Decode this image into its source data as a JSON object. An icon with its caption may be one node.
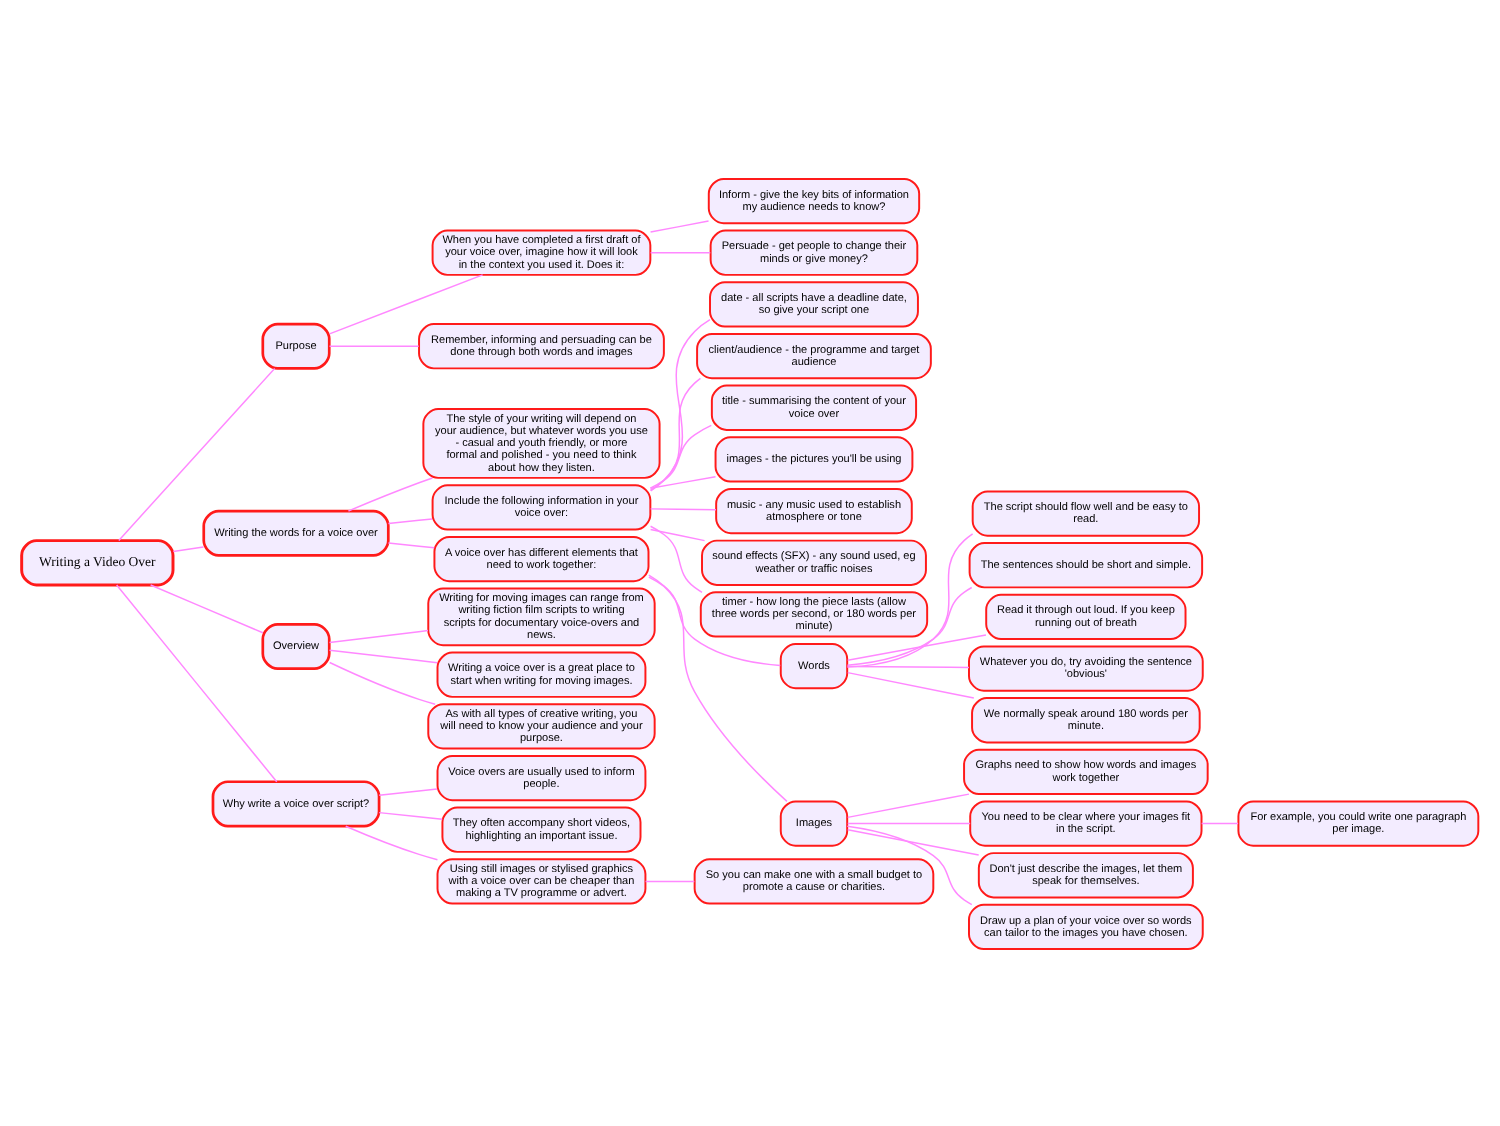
{
  "diagram": {
    "nodes": [
      {
        "text": [
          "Writing a Video Over"
        ]
      },
      {
        "text": [
          "Purpose"
        ]
      },
      {
        "text": [
          "When you have completed a first draft of your voice over, imagine how it will look in the context you used it. Does it:"
        ]
      },
      {
        "text": [
          "Inform - give the key bits of information my audience needs to know?"
        ]
      },
      {
        "text": [
          "Persuade - get people to change their minds or give money?"
        ]
      },
      {
        "text": [
          "Remember, informing and persuading can be done through both words and images"
        ]
      },
      {
        "text": [
          "Writing the words for a voice over"
        ]
      },
      {
        "text": [
          "The style of your writing will depend on your audience, but whatever words you use - casual and youth friendly, or more formal and polished - you need to think about how they listen."
        ]
      },
      {
        "text": [
          "Include the following information in your voice over:"
        ]
      },
      {
        "text": [
          "date - all scripts have a deadline date, so give your script one"
        ]
      },
      {
        "text": [
          "client/audience - the programme and target audience"
        ]
      },
      {
        "text": [
          "title - summarising the content of your voice over"
        ]
      },
      {
        "text": [
          "images - the pictures you'll be using"
        ]
      },
      {
        "text": [
          "music - any music used to establish atmosphere or tone"
        ]
      },
      {
        "text": [
          "sound effects (SFX) - any sound used, eg weather or traffic noises"
        ]
      },
      {
        "text": [
          "timer - how long the piece lasts (allow three words per second, or 180 words per minute)"
        ]
      },
      {
        "text": [
          "A voice over has different elements that need to work together:"
        ]
      },
      {
        "text": [
          "Words"
        ]
      },
      {
        "text": [
          "The script should flow well and be easy to read."
        ]
      },
      {
        "text": [
          "The sentences should be short and simple."
        ]
      },
      {
        "text": [
          "Read it through out loud. If you keep running out of breath"
        ]
      },
      {
        "text": [
          "Whatever you do, try avoiding the sentence 'obvious'"
        ]
      },
      {
        "text": [
          "We normally speak around 180 words per minute."
        ]
      },
      {
        "text": [
          "Images"
        ]
      },
      {
        "text": [
          "Graphs need to show how words and images work together"
        ]
      },
      {
        "text": [
          "You need to be clear where your images fit in the script."
        ]
      },
      {
        "text": [
          "For example, you could write one paragraph per image."
        ]
      },
      {
        "text": [
          "Don't just describe the images, let them speak for themselves."
        ]
      },
      {
        "text": [
          "Draw up a plan of your voice over so words can tailor to the images you have chosen."
        ]
      },
      {
        "text": [
          "Overview"
        ]
      },
      {
        "text": [
          "Writing for moving images can range from writing fiction film scripts to writing scripts for documentary voice-overs and news."
        ]
      },
      {
        "text": [
          "Writing a voice over is a great place to start when writing for moving images."
        ]
      },
      {
        "text": [
          "As with all types of creative writing, you will need to know your audience and your purpose."
        ]
      },
      {
        "text": [
          "Why write a voice over script?"
        ]
      },
      {
        "text": [
          "Voice overs are usually used to inform people."
        ]
      },
      {
        "text": [
          "They often accompany short videos, highlighting an important issue."
        ]
      },
      {
        "text": [
          "Using still images or stylised graphics with a voice over can be cheaper than making a TV programme or advert."
        ]
      },
      {
        "text": [
          "So you can make one with a small budget to promote a cause or charities."
        ]
      }
    ],
    "edges": [
      {
        "from": 0,
        "to": 1,
        "arrow": "none"
      },
      {
        "from": 1,
        "to": 2,
        "arrow": "none"
      },
      {
        "from": 2,
        "to": 3,
        "arrow": "none"
      },
      {
        "from": 2,
        "to": 4,
        "arrow": "none"
      },
      {
        "from": 1,
        "to": 5,
        "arrow": "none"
      },
      {
        "from": 0,
        "to": 6,
        "arrow": "none"
      },
      {
        "from": 6,
        "to": 7,
        "arrow": "none"
      },
      {
        "from": 6,
        "to": 8,
        "arrow": "none"
      },
      {
        "from": 8,
        "to": 9,
        "arrow": "none"
      },
      {
        "from": 8,
        "to": 10,
        "arrow": "none"
      },
      {
        "from": 8,
        "to": 11,
        "arrow": "none"
      },
      {
        "from": 8,
        "to": 12,
        "arrow": "none"
      },
      {
        "from": 8,
        "to": 13,
        "arrow": "none"
      },
      {
        "from": 8,
        "to": 14,
        "arrow": "none"
      },
      {
        "from": 8,
        "to": 15,
        "arrow": "none"
      },
      {
        "from": 6,
        "to": 16,
        "arrow": "none"
      },
      {
        "from": 16,
        "to": 17,
        "arrow": "none"
      },
      {
        "from": 17,
        "to": 18,
        "arrow": "none"
      },
      {
        "from": 17,
        "to": 19,
        "arrow": "none"
      },
      {
        "from": 17,
        "to": 20,
        "arrow": "none"
      },
      {
        "from": 17,
        "to": 21,
        "arrow": "none"
      },
      {
        "from": 17,
        "to": 22,
        "arrow": "none"
      },
      {
        "from": 16,
        "to": 23,
        "arrow": "none"
      },
      {
        "from": 23,
        "to": 24,
        "arrow": "none"
      },
      {
        "from": 23,
        "to": 25,
        "arrow": "none"
      },
      {
        "from": 25,
        "to": 26,
        "arrow": "none"
      },
      {
        "from": 23,
        "to": 27,
        "arrow": "none"
      },
      {
        "from": 23,
        "to": 28,
        "arrow": "none"
      },
      {
        "from": 0,
        "to": 29,
        "arrow": "none"
      },
      {
        "from": 29,
        "to": 30,
        "arrow": "none"
      },
      {
        "from": 29,
        "to": 31,
        "arrow": "none"
      },
      {
        "from": 29,
        "to": 32,
        "arrow": "none"
      },
      {
        "from": 0,
        "to": 33,
        "arrow": "none"
      },
      {
        "from": 33,
        "to": 34,
        "arrow": "none"
      },
      {
        "from": 33,
        "to": 35,
        "arrow": "none"
      },
      {
        "from": 33,
        "to": 36,
        "arrow": "none"
      },
      {
        "from": 36,
        "to": 37,
        "arrow": "none"
      }
    ]
  }
}
